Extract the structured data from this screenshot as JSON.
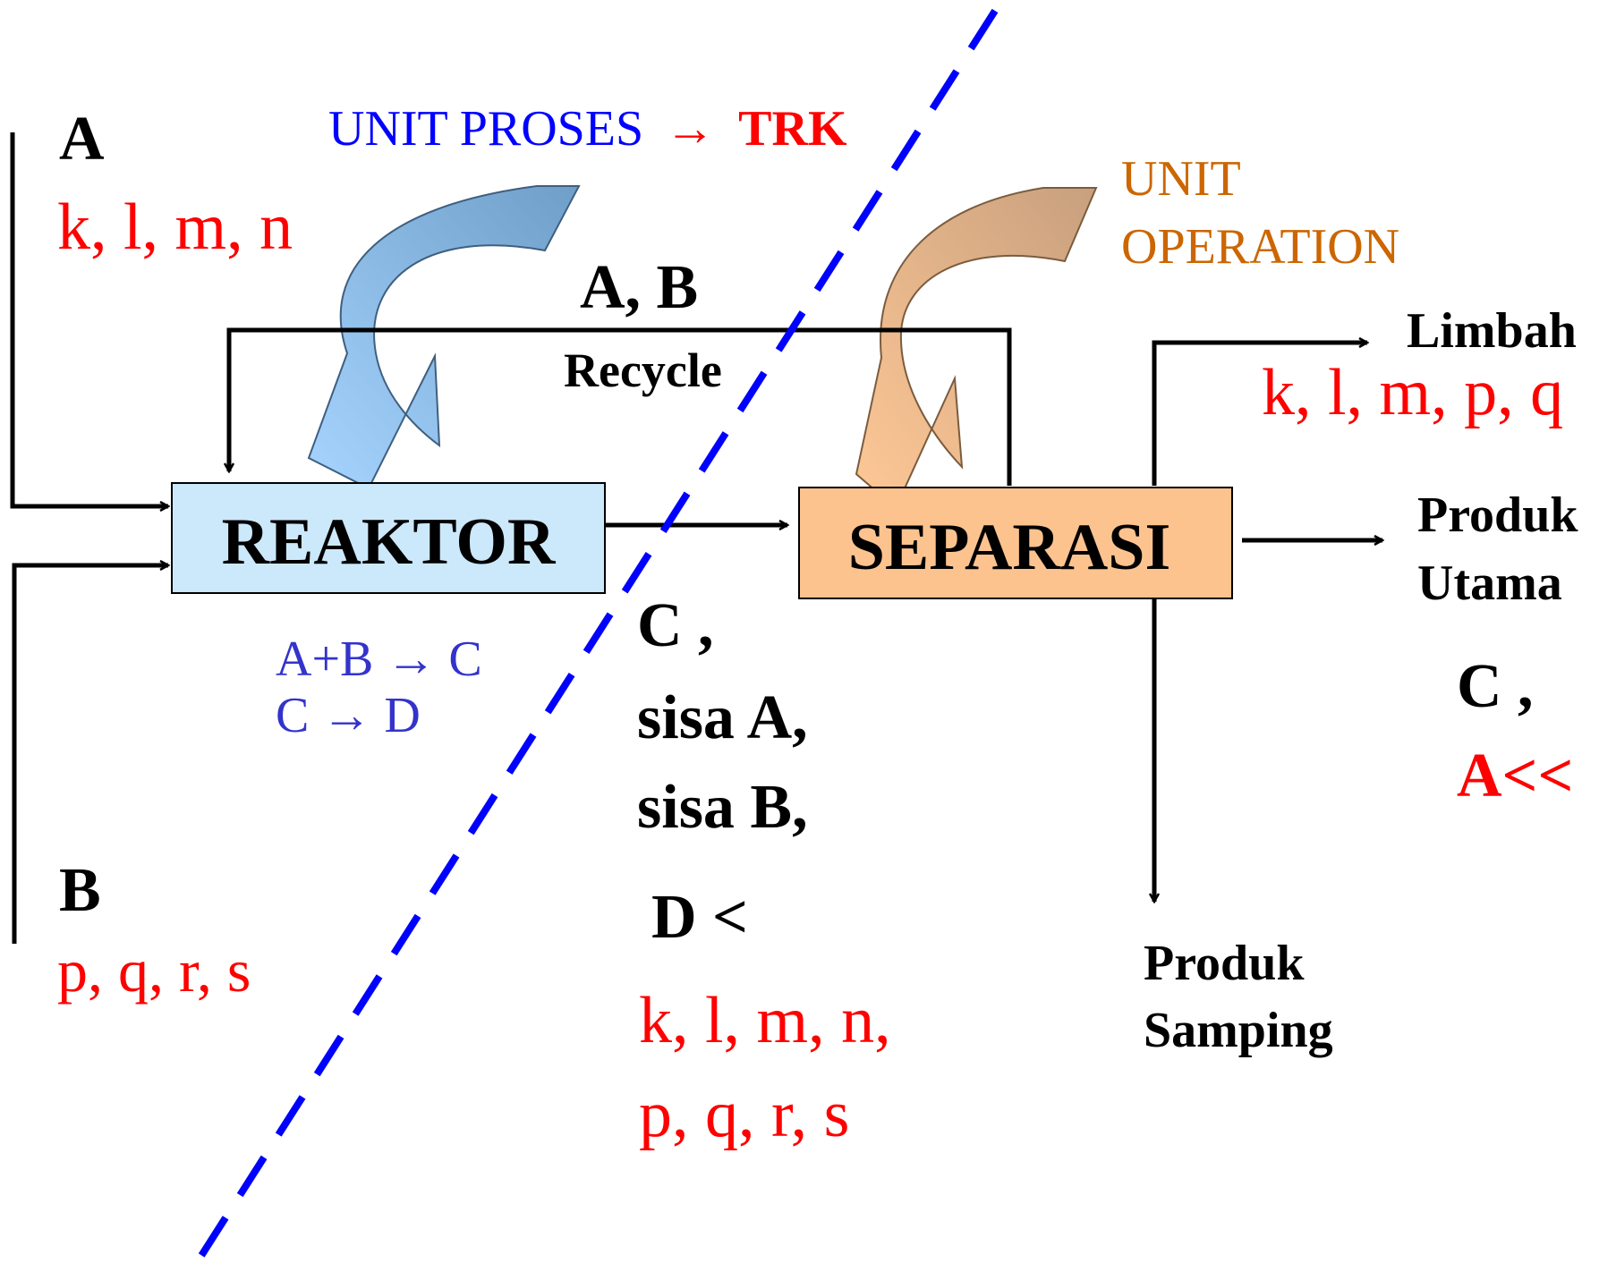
{
  "title": {
    "unit_proses": "UNIT PROSES",
    "arrow_glyph": "→",
    "trk": "TRK"
  },
  "unit_operation": {
    "line1": "UNIT",
    "line2": "OPERATION"
  },
  "feed_a": {
    "label": "A",
    "impurities": "k, l, m, n"
  },
  "feed_b": {
    "label": "B",
    "impurities": "p, q, r, s"
  },
  "recycle": {
    "components": "A, B",
    "label": "Recycle"
  },
  "reaktor": {
    "label": "REAKTOR",
    "reaction_1": "A+B → C",
    "reaction_2": "C → D"
  },
  "separasi": {
    "label": "SEPARASI"
  },
  "reactor_outlet": {
    "line1": "C ,",
    "line2": "sisa A,",
    "line3": "sisa B,",
    "line4": "D <",
    "impurities_1": "k, l, m, n,",
    "impurities_2": "p, q, r, s"
  },
  "limbah": {
    "label": "Limbah",
    "components": "k, l, m, p, q"
  },
  "produk_utama": {
    "line1": "Produk",
    "line2": "Utama",
    "component_1": "C ,",
    "component_2": "A<<"
  },
  "produk_samping": {
    "line1": "Produk",
    "line2": "Samping"
  },
  "colors": {
    "impurity_red": "#ff0000",
    "process_blue": "#0000ff",
    "reaction_blue": "#3333cc",
    "operation_orange": "#cc6600",
    "reaktor_fill": "#cce8fb",
    "separasi_fill": "#fcc38f",
    "stream_black": "#000000"
  }
}
